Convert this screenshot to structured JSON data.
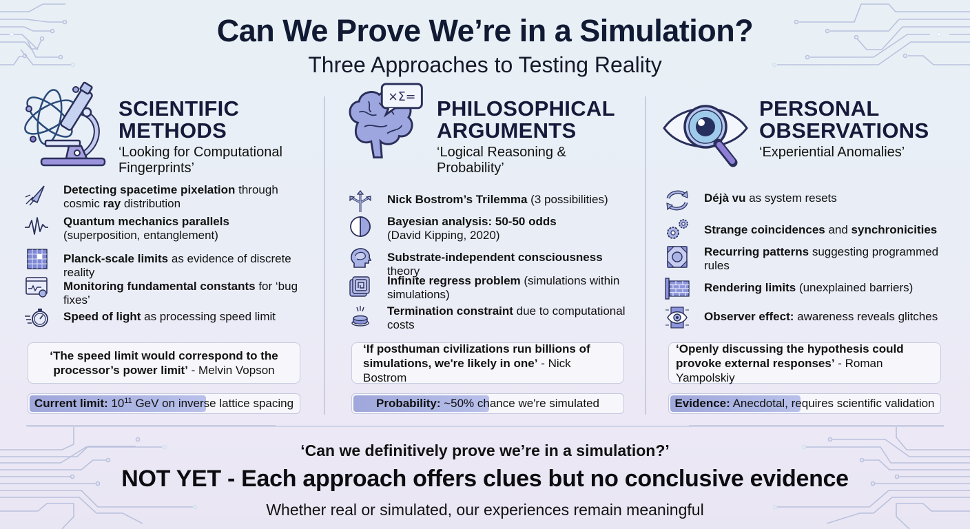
{
  "header": {
    "title": "Can We Prove We’re in a Simulation?",
    "subtitle": "Three Approaches to Testing Reality"
  },
  "columns": [
    {
      "icon": "microscope-atom-icon",
      "title_line1": "SCIENTIFIC",
      "title_line2": "METHODS",
      "tagline": "‘Looking for Computational Fingerprints’",
      "items": [
        {
          "icon": "cosmic-ray-icon",
          "bold": "Detecting spacetime pixelation",
          "text": " through cosmic ",
          "bold2": "ray",
          "text2": " distribution"
        },
        {
          "icon": "waveform-icon",
          "bold": "Quantum mechanics parallels",
          "text": " (superposition, entanglement)"
        },
        {
          "icon": "pixel-grid-icon",
          "bold": "Planck-scale limits",
          "text": " as evidence of discrete reality"
        },
        {
          "icon": "monitor-constants-icon",
          "bold": "Monitoring fundamental constants",
          "text": " for ‘bug fixes’"
        },
        {
          "icon": "stopwatch-icon",
          "bold": "Speed of light",
          "text": " as processing speed limit"
        }
      ],
      "quote_bold": "‘The speed limit would correspond to the processor’s power limit’",
      "quote_author": " - Melvin Vopson",
      "meter_label": "Current limit:",
      "meter_value_prefix": " 10",
      "meter_value_sup": "11",
      "meter_value_suffix": " GeV on inverse lattice spacing",
      "meter_fill_pct": 65
    },
    {
      "icon": "brain-formula-icon",
      "title_line1": "PHILOSOPHICAL",
      "title_line2": "ARGUMENTS",
      "tagline": "‘Logical Reasoning & Probability’",
      "items": [
        {
          "icon": "branching-arrows-icon",
          "bold": "Nick Bostrom’s Trilemma",
          "text": " (3 possibilities)"
        },
        {
          "icon": "half-circle-icon",
          "bold": "Bayesian analysis: 50-50 odds",
          "text": " (David Kipping, 2020)"
        },
        {
          "icon": "head-brain-icon",
          "bold": "Substrate-independent consciousness",
          "text": " theory"
        },
        {
          "icon": "nested-squares-icon",
          "bold": "Infinite regress problem",
          "text": " (simulations within simulations)"
        },
        {
          "icon": "off-button-icon",
          "bold": "Termination constraint",
          "text": " due to computational costs"
        }
      ],
      "quote_bold": "‘If posthuman civilizations run billions of simulations, we're likely in one’",
      "quote_author": " - Nick Bostrom",
      "meter_label": "Probability:",
      "meter_value_prefix": " ~50% chance we're simulated",
      "meter_value_sup": "",
      "meter_value_suffix": "",
      "meter_fill_pct": 50
    },
    {
      "icon": "eye-magnifier-icon",
      "title_line1": "PERSONAL",
      "title_line2": "OBSERVATIONS",
      "tagline": "‘Experiential Anomalies’",
      "items": [
        {
          "icon": "refresh-arrows-icon",
          "bold": "Déjà vu",
          "text": " as system resets"
        },
        {
          "icon": "gears-icon",
          "bold": "Strange coincidences",
          "text": " and ",
          "bold2": "synchronicities",
          "text2": ""
        },
        {
          "icon": "pattern-frame-icon",
          "bold": "Recurring patterns",
          "text": " suggesting programmed rules"
        },
        {
          "icon": "brick-wall-icon",
          "bold": "Rendering limits",
          "text": " (unexplained barriers)"
        },
        {
          "icon": "eye-glitch-icon",
          "bold": "Observer effect:",
          "text": " awareness reveals glitches"
        }
      ],
      "quote_bold": "‘Openly discussing the hypothesis could provoke external responses’",
      "quote_author": " - Roman Yampolskiy",
      "meter_label": "Evidence:",
      "meter_value_prefix": " Anecdotal, requires scientific validation",
      "meter_value_sup": "",
      "meter_value_suffix": "",
      "meter_fill_pct": 48
    }
  ],
  "footer": {
    "question": "‘Can we definitively prove we’re in a simulation?’",
    "verdict": "NOT YET - Each approach offers clues but no conclusive evidence",
    "closing": "Whether real or simulated, our experiences remain meaningful"
  },
  "colors": {
    "accent_purple": "#8b8fd6",
    "icon_fill": "#a8b0e6",
    "icon_stroke": "#2a2f5a",
    "title_navy": "#151a3a",
    "circuit_line": "#b7bfdc"
  }
}
